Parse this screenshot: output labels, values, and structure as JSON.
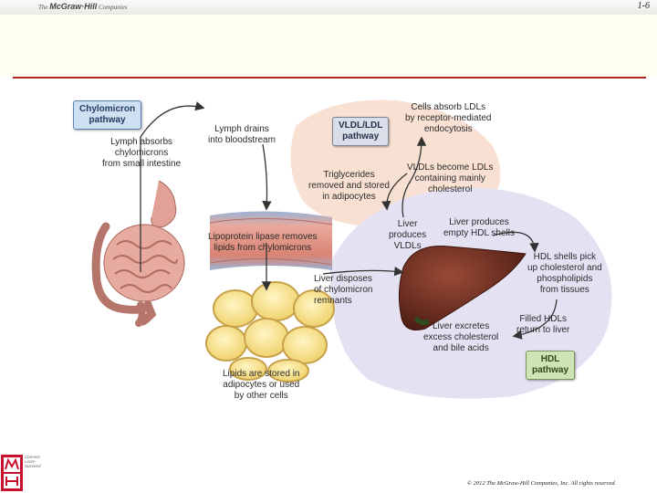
{
  "header": {
    "brand_pre": "The ",
    "brand_name": "McGraw·Hill",
    "brand_post": " Companies",
    "slide_number": "1-6"
  },
  "pathways": {
    "chylomicron": "Chylomicron\npathway",
    "vldl_ldl": "VLDL/LDL\npathway",
    "hdl": "HDL\npathway"
  },
  "labels": {
    "lymph_absorbs": "Lymph absorbs\nchylomicrons\nfrom small intestine",
    "lymph_drains": "Lymph drains\ninto bloodstream",
    "lipoprotein_lipase": "Lipoprotein lipase removes\nlipids from chylomicrons",
    "lipids_stored": "Lipids are stored in\nadipocytes or used\nby other cells",
    "liver_disposes": "Liver disposes\nof chylomicron\nremnants",
    "cells_absorb": "Cells absorb LDLs\nby receptor-mediated\nendocytosis",
    "triglycerides": "Triglycerides\nremoved and stored\nin adipocytes",
    "vldls_become": "VLDLs become LDLs\ncontaining mainly\ncholesterol",
    "liver_produces_vldl": "Liver\nproduces\nVLDLs",
    "liver_produces_hdl": "Liver produces\nempty HDL shells",
    "hdl_shells": "HDL shells pick\nup cholesterol and\nphospholipids\nfrom tissues",
    "filled_hdls": "Filled HDLs\nreturn to liver",
    "liver_excretes": "Liver excretes\nexcess cholesterol\nand bile acids"
  },
  "footer": {
    "logo_text": "Connect\nLearn\nSucceed",
    "copyright": "© 2012 The McGraw-Hill Companies, Inc. All rights reserved."
  },
  "colors": {
    "accent_rule": "#b22222",
    "peach_region": "#f8e0d2",
    "lavender_region": "#e4e2f2",
    "liver": "#6e2e20"
  }
}
